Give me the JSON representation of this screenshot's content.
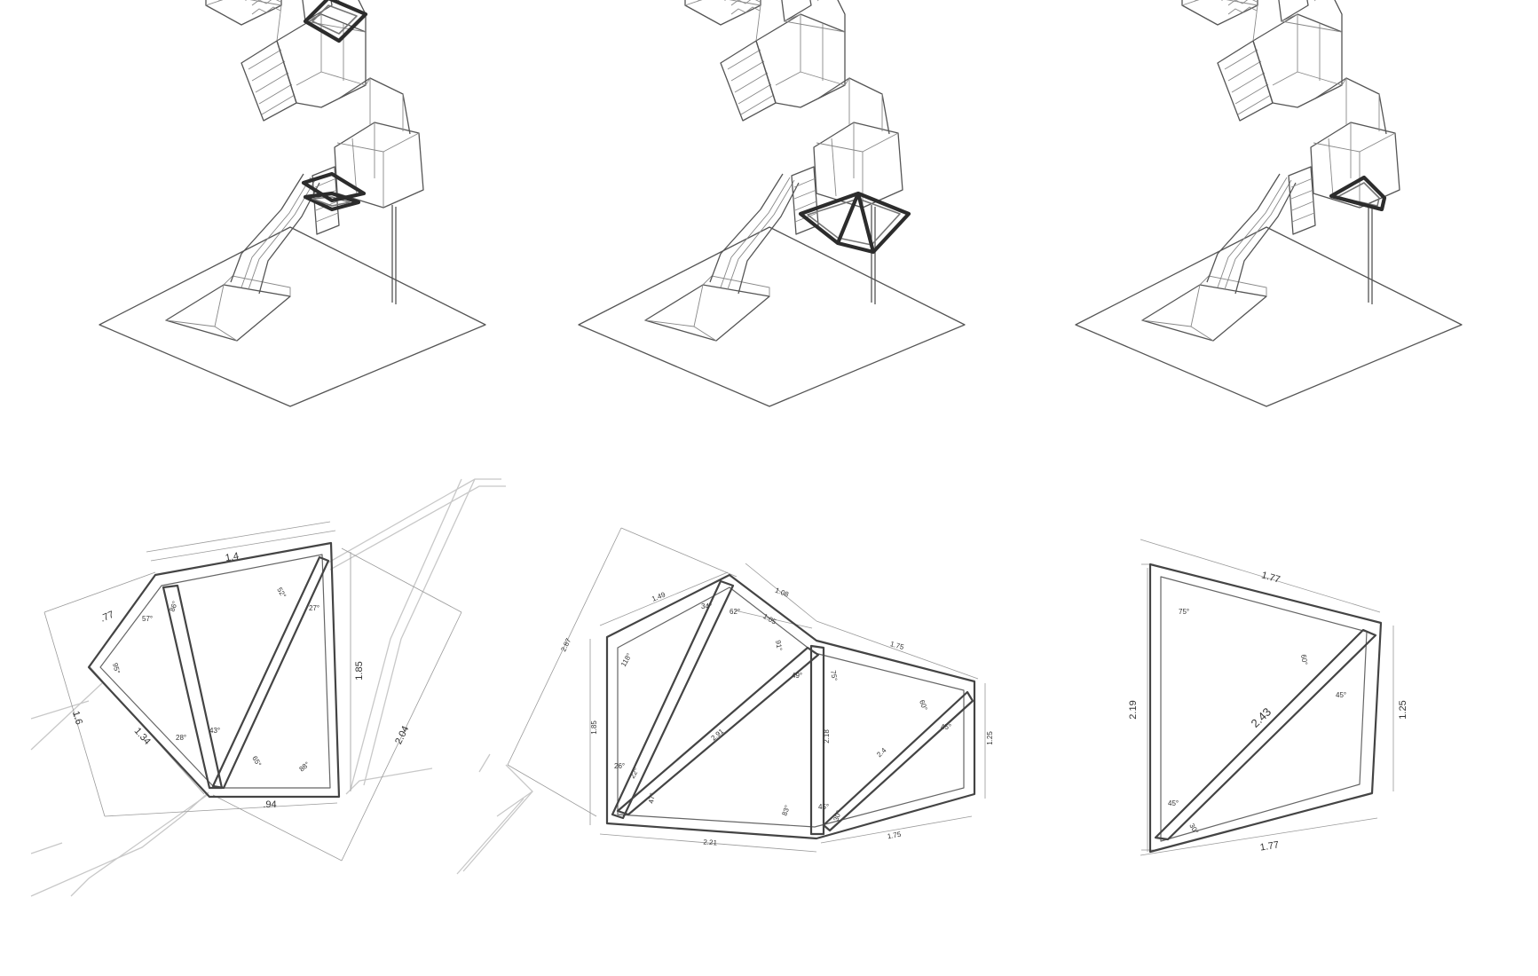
{
  "panels": [
    {
      "dims": [
        "1.4",
        ".77",
        "1.6",
        "1.34",
        ".94",
        "1.85",
        "2.04"
      ],
      "angles": [
        "57°",
        "86°",
        "52°",
        "27°",
        "95°",
        "28°",
        "43°",
        "65°",
        "88°"
      ]
    },
    {
      "dims": [
        "1.49",
        "1.08",
        "1.05",
        "1.75",
        "2.87",
        "1.85",
        "2.91",
        "2.18",
        "2.4",
        "1.25",
        "2.21",
        "1.75"
      ],
      "angles": [
        "34°",
        "62°",
        "118°",
        "91°",
        "49°",
        "75°",
        "60°",
        "45°",
        "26°",
        "22°",
        "47°",
        "83°",
        "45°",
        "30°"
      ]
    },
    {
      "dims": [
        "1.77",
        "2.19",
        "2.43",
        "1.25",
        "1.77"
      ],
      "angles": [
        "75°",
        "60°",
        "45°",
        "45°",
        "30°"
      ]
    }
  ]
}
